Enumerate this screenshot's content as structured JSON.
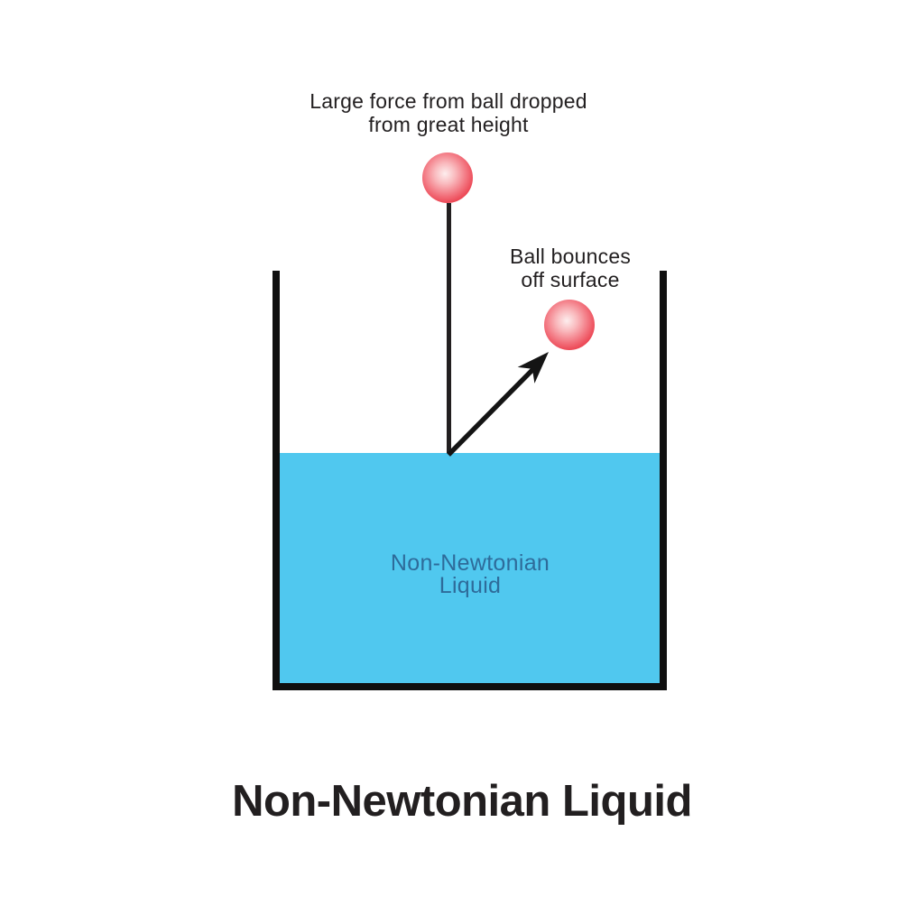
{
  "title": "Non-Newtonian Liquid",
  "annotations": {
    "drop": {
      "line1": "Large force from  ball dropped",
      "line2": "from great height"
    },
    "bounce": {
      "line1": "Ball bounces",
      "line2": "off surface"
    }
  },
  "liquid": {
    "label_line1": "Non-Newtonian",
    "label_line2": "Liquid"
  },
  "colors": {
    "ink": "#221f20",
    "container_stroke": "#0f0f0f",
    "liquid_fill": "#50c8ef",
    "liquid_label": "#2e6b9a",
    "ball_edge": "#e93140",
    "ball_center": "#fdeeee"
  }
}
